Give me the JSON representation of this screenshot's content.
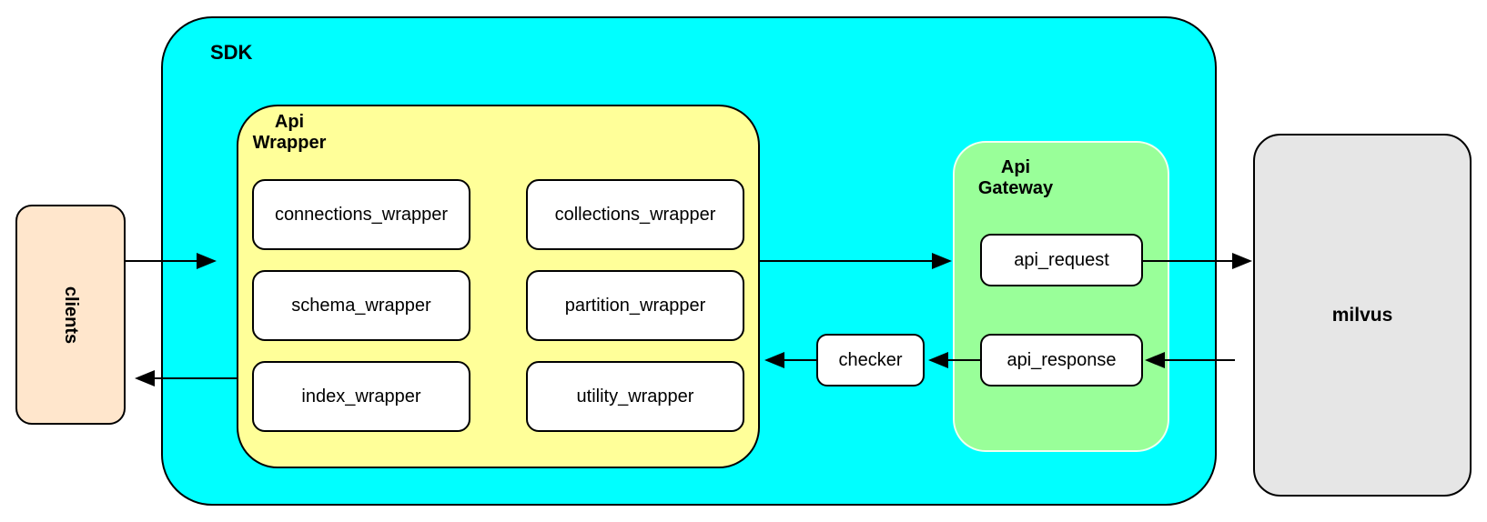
{
  "diagram": {
    "clients": {
      "label": "clients"
    },
    "sdk": {
      "label": "SDK"
    },
    "api_wrapper": {
      "label": "Api\nWrapper",
      "boxes": [
        "connections_wrapper",
        "collections_wrapper",
        "schema_wrapper",
        "partition_wrapper",
        "index_wrapper",
        "utility_wrapper"
      ]
    },
    "checker": {
      "label": "checker"
    },
    "api_gateway": {
      "label": "Api\nGateway",
      "boxes": [
        "api_request",
        "api_response"
      ]
    },
    "milvus": {
      "label": "milvus"
    }
  },
  "colors": {
    "sdk_fill": "#00FFFF",
    "api_wrapper_fill": "#FFFF99",
    "api_gateway_fill": "#99FF99",
    "clients_fill": "#FFE6CC",
    "milvus_fill": "#E6E6E6",
    "node_fill": "#FFFFFF",
    "border": "#000000"
  }
}
